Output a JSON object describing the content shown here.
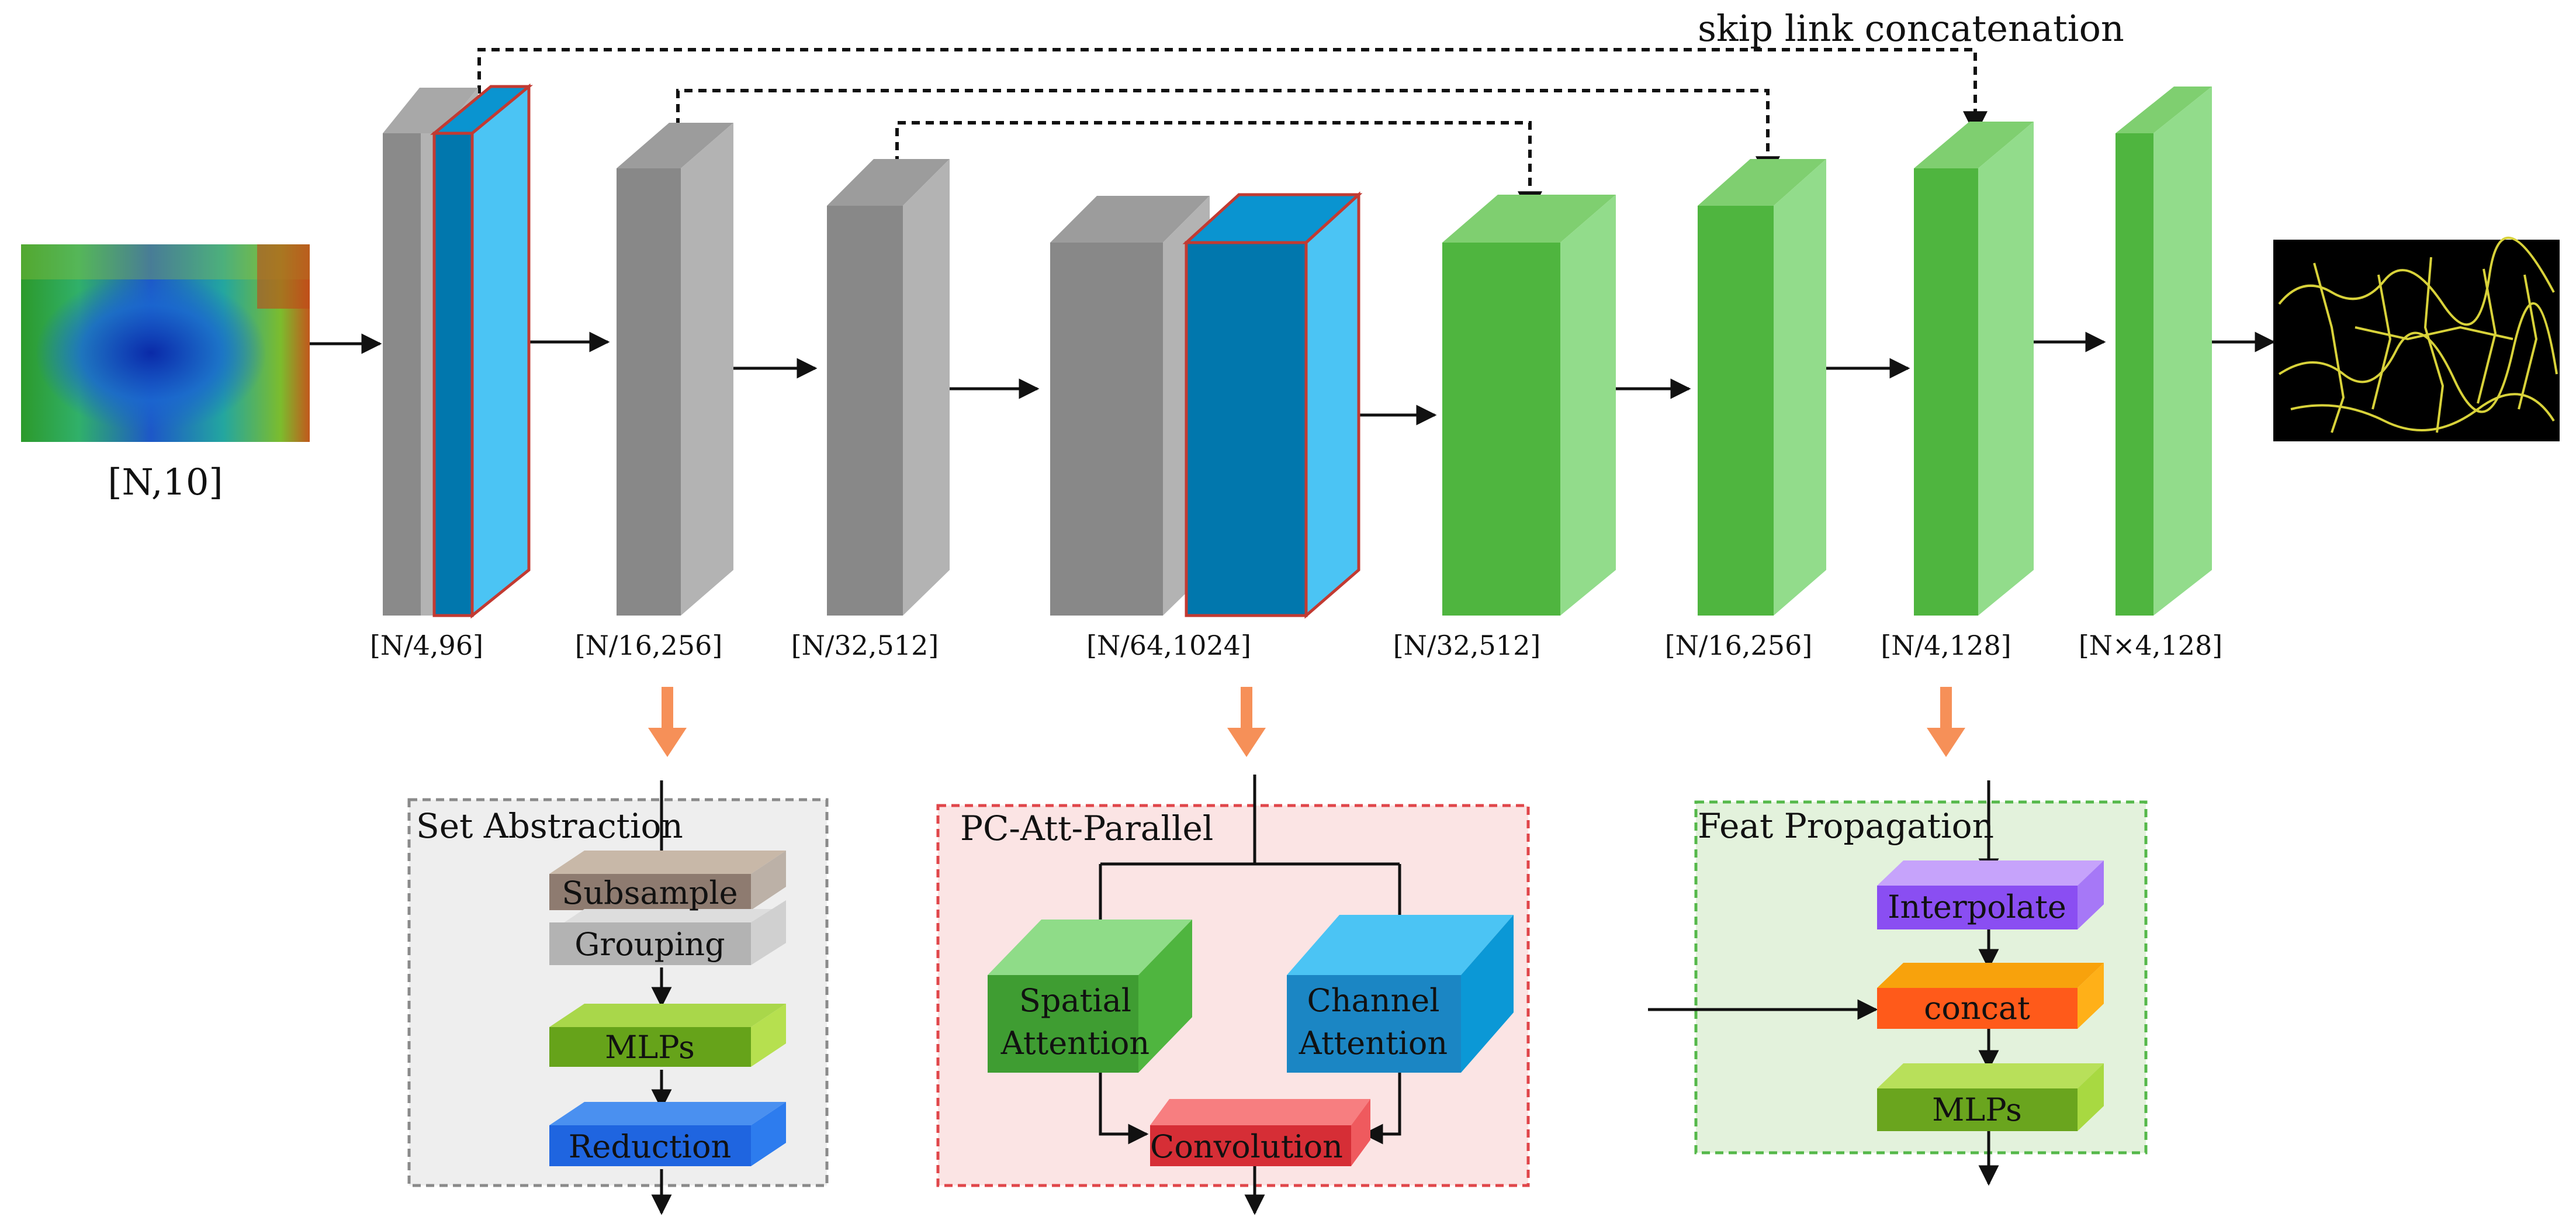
{
  "input": {
    "label": "[N,10]"
  },
  "skip_label": "skip link concatenation",
  "layers": {
    "l1": "[N/4,96]",
    "l2": "[N/16,256]",
    "l3": "[N/32,512]",
    "l4": "[N/64,1024]",
    "l5": "[N/32,512]",
    "l6": "[N/16,256]",
    "l7": "[N/4,128]",
    "l8": "[N×4,128]"
  },
  "set_abstraction": {
    "title": "Set Abstraction",
    "subsample": "Subsample",
    "grouping": "Grouping",
    "mlps": "MLPs",
    "reduction": "Reduction"
  },
  "pc_att": {
    "title": "PC-Att-Parallel",
    "spatial": [
      "Spatial",
      "Attention"
    ],
    "channel": [
      "Channel",
      "Attention"
    ],
    "convolution": "Convolution"
  },
  "feat_prop": {
    "title": "Feat Propagation",
    "interpolate": "Interpolate",
    "concat": "concat",
    "mlps": "MLPs"
  },
  "colors": {
    "encoder_front": "#888888",
    "encoder_side": "#b3b3b3",
    "attention_front": "#0177ad",
    "attention_side": "#4bc4f4",
    "decoder_front": "#4fb53f",
    "decoder_side": "#92dc8b",
    "attention_outline": "#c23a32",
    "orange_arrow": "#f58446"
  }
}
